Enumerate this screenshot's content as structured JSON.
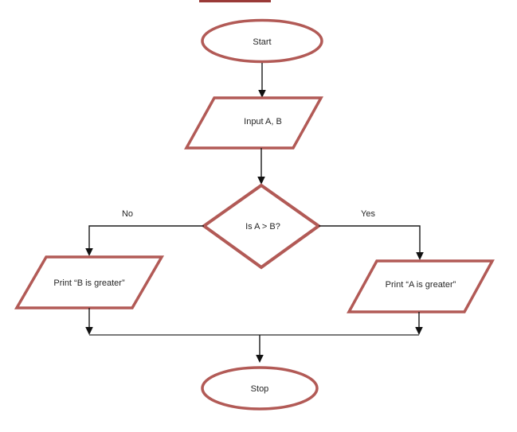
{
  "diagram": {
    "type": "flowchart",
    "background_color": "#ffffff",
    "shape_border_color": "#b25a56",
    "clipped_top_shape_color": "#9a3b38",
    "connector_color": "#1a1a1a",
    "junction_line_color": "#4f4f4f",
    "text_color": "#262626"
  },
  "nodes": {
    "start": {
      "type": "terminator",
      "label": "Start"
    },
    "input": {
      "type": "input-output",
      "label": "Input A, B"
    },
    "decision": {
      "type": "decision",
      "label": "Is A > B?"
    },
    "print_b": {
      "type": "input-output",
      "label": "Print “B is greater”"
    },
    "print_a": {
      "type": "input-output",
      "label": "Print “A is greater”"
    },
    "stop": {
      "type": "terminator",
      "label": "Stop"
    }
  },
  "branches": {
    "no_label": "No",
    "yes_label": "Yes"
  },
  "edges": [
    {
      "from": "start",
      "to": "input",
      "label": ""
    },
    {
      "from": "input",
      "to": "decision",
      "label": ""
    },
    {
      "from": "decision",
      "to": "print_b",
      "label": "No"
    },
    {
      "from": "decision",
      "to": "print_a",
      "label": "Yes"
    },
    {
      "from": "print_b",
      "to": "stop",
      "label": ""
    },
    {
      "from": "print_a",
      "to": "stop",
      "label": ""
    }
  ]
}
